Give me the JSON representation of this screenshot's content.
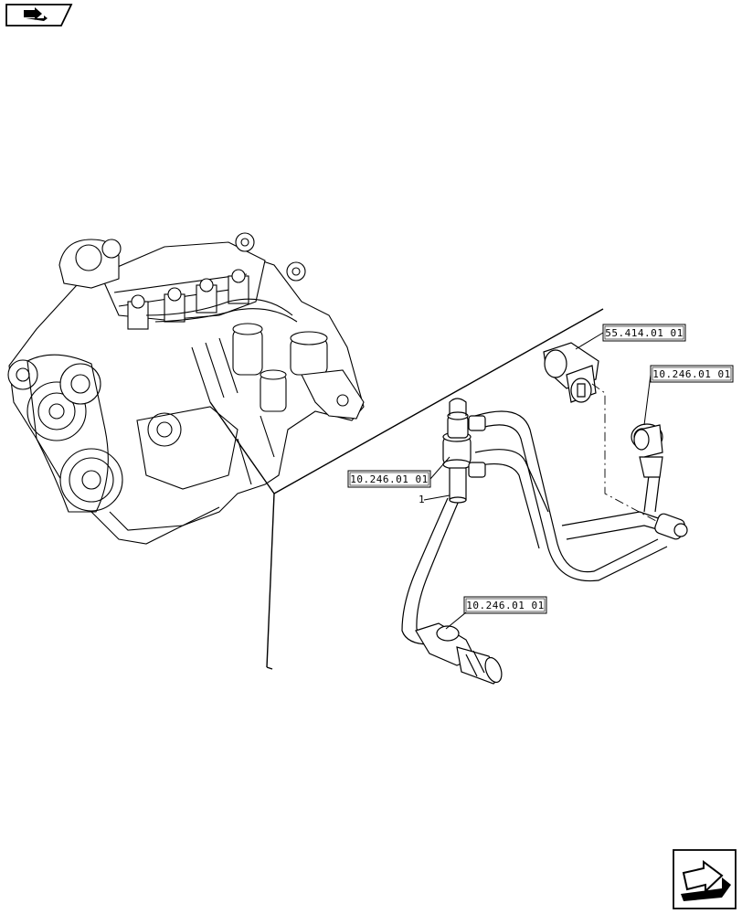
{
  "labels": {
    "ref_sensor": "55.414.01 01",
    "ref_injector_lines": "10.246.01 01",
    "ref_fitting_right": "10.246.01 01",
    "ref_fitting_lower": "10.246.01 01",
    "item_number": "1"
  },
  "icons": {
    "top_left": "book-arrow-icon",
    "bottom_right": "next-page-arrow-icon"
  }
}
